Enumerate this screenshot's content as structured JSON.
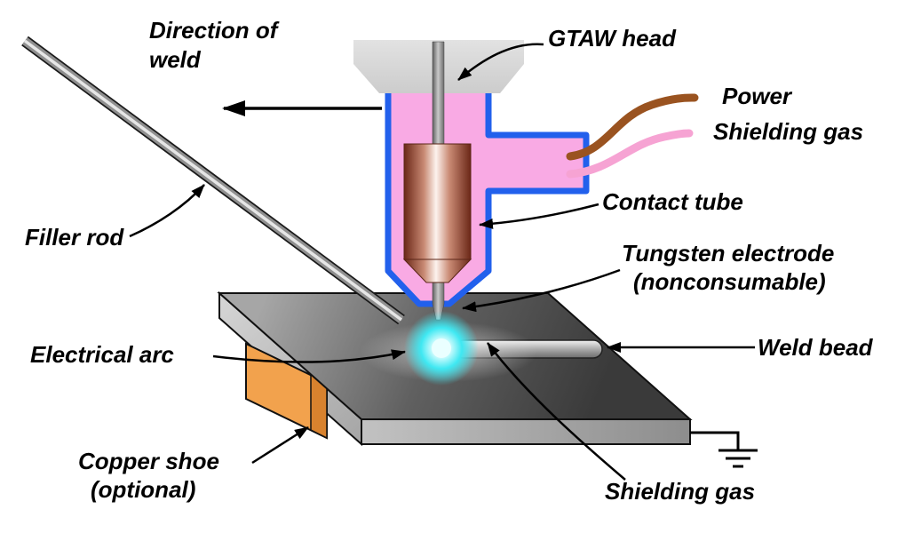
{
  "diagram": {
    "title": "GTAW (gas tungsten arc welding) process diagram",
    "labels": {
      "direction_line1": "Direction of",
      "direction_line2": "weld",
      "gtaw_head": "GTAW head",
      "power": "Power",
      "shielding_gas_supply": "Shielding gas",
      "contact_tube": "Contact tube",
      "tungsten_line1": "Tungsten electrode",
      "tungsten_line2": "(nonconsumable)",
      "weld_bead": "Weld bead",
      "filler_rod": "Filler rod",
      "electrical_arc": "Electrical arc",
      "copper_shoe_line1": "Copper shoe",
      "copper_shoe_line2": "(optional)",
      "shielding_gas_flow": "Shielding gas"
    },
    "colors": {
      "torch_outline": "#2260ec",
      "torch_body": "#f9aae4",
      "head_gray": "#d8d8d8",
      "power_wire": "#9a5320",
      "gas_wire": "#f6a3d3",
      "copper_shoe": "#f2a24d",
      "copper_shoe_dark": "#d8822e",
      "arc_glow": "#3fe8f2",
      "arrow_color": "#000000"
    }
  }
}
